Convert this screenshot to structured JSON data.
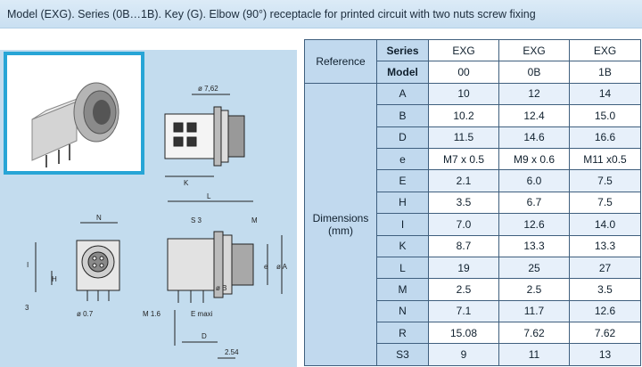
{
  "banner_text": "Model (EXG). Series (0B…1B). Key (G). Elbow (90°) receptacle for printed circuit with two nuts screw fixing",
  "drawing_labels": {
    "phi_762": "ø 7,62",
    "k": "K",
    "l": "L",
    "s3": "S 3",
    "m": "M",
    "n": "N",
    "h": "H",
    "i": "I",
    "three": "3",
    "phi_07": "ø 0.7",
    "m16": "M 1.6",
    "e_maxi": "E maxi",
    "d": "D",
    "d2": "2.54",
    "phi_b": "ø B",
    "e": "e",
    "phi_a": "ø A"
  },
  "table": {
    "reference_label": "Reference",
    "series_label": "Series",
    "model_label": "Model",
    "dimensions_label": "Dimensions\n(mm)",
    "series_values": [
      "EXG",
      "EXG",
      "EXG"
    ],
    "model_values": [
      "00",
      "0B",
      "1B"
    ],
    "rows": [
      {
        "key": "A",
        "values": [
          "10",
          "12",
          "14"
        ]
      },
      {
        "key": "B",
        "values": [
          "10.2",
          "12.4",
          "15.0"
        ]
      },
      {
        "key": "D",
        "values": [
          "11.5",
          "14.6",
          "16.6"
        ]
      },
      {
        "key": "e",
        "values": [
          "M7 x 0.5",
          "M9 x 0.6",
          "M11 x0.5"
        ]
      },
      {
        "key": "E",
        "values": [
          "2.1",
          "6.0",
          "7.5"
        ]
      },
      {
        "key": "H",
        "values": [
          "3.5",
          "6.7",
          "7.5"
        ]
      },
      {
        "key": "I",
        "values": [
          "7.0",
          "12.6",
          "14.0"
        ]
      },
      {
        "key": "K",
        "values": [
          "8.7",
          "13.3",
          "13.3"
        ]
      },
      {
        "key": "L",
        "values": [
          "19",
          "25",
          "27"
        ]
      },
      {
        "key": "M",
        "values": [
          "2.5",
          "2.5",
          "3.5"
        ]
      },
      {
        "key": "N",
        "values": [
          "7.1",
          "11.7",
          "12.6"
        ]
      },
      {
        "key": "R",
        "values": [
          "15.08",
          "7.62",
          "7.62"
        ]
      },
      {
        "key": "S3",
        "values": [
          "9",
          "11",
          "13"
        ]
      }
    ]
  }
}
